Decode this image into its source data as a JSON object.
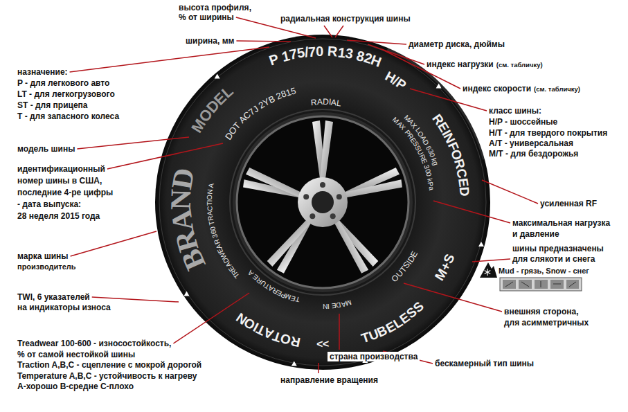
{
  "diagram": {
    "labels": [
      "высота профиля,",
      "% от ширины",
      "радиальная конструкция шины",
      "ширина, мм",
      "диаметр диска, дюймы",
      "индекс нагрузки",
      "(см. табличку)",
      "индекс скорости",
      "(см. табличку)",
      "назначение:",
      "P - для легкового авто",
      "LT - для легкогрузового",
      "ST - для прицепа",
      "T - для запасного колеса",
      "класс шины:",
      "H/P - шоссейные",
      "H/T - для твердого покрытия",
      "A/T - универсальная",
      "M/T - для бездорожья",
      "модель шины",
      "идентификационный",
      "номер шины в США,",
      "последние 4-ре цифры",
      "- дата выпуска:",
      "28 неделя 2015 года",
      "усиленная RF",
      "максимальная нагрузка",
      "и давление",
      "марка шины",
      "производитель",
      "шины предназначены",
      "для слякоти и снега",
      "Mud - грязь, Snow - снег",
      "TWI, 6 указателей",
      "на индикаторы износа",
      "внешняя сторона,",
      "для асимметричных",
      "Treadwear 100-600 - износостойкость,",
      "% от самой нестойкой шины",
      "Traction A,B,C - сцепление с мокрой дорогой",
      "Temperature A,B,C - устойчивость к нагреву",
      "A-хорошо B-средне C-плохо",
      "страна производства",
      "бескамерный тип шины",
      "направление вращения",
      "P 175/70 R13 82H",
      "RADIAL",
      "H/P",
      "REINFORCED",
      "MAX LOAD 630 kg",
      "MAX PRESSURE 300 kPa",
      "DOT AC7J 2YB 2815",
      "MODEL",
      "BRAND",
      "TREADWEAR 360 TRACTION A",
      "TEMPERATURE A",
      "M+S",
      "OUTSIDE",
      "TUBELESS",
      "ROTATION",
      "<<",
      "MADE IN"
    ]
  }
}
